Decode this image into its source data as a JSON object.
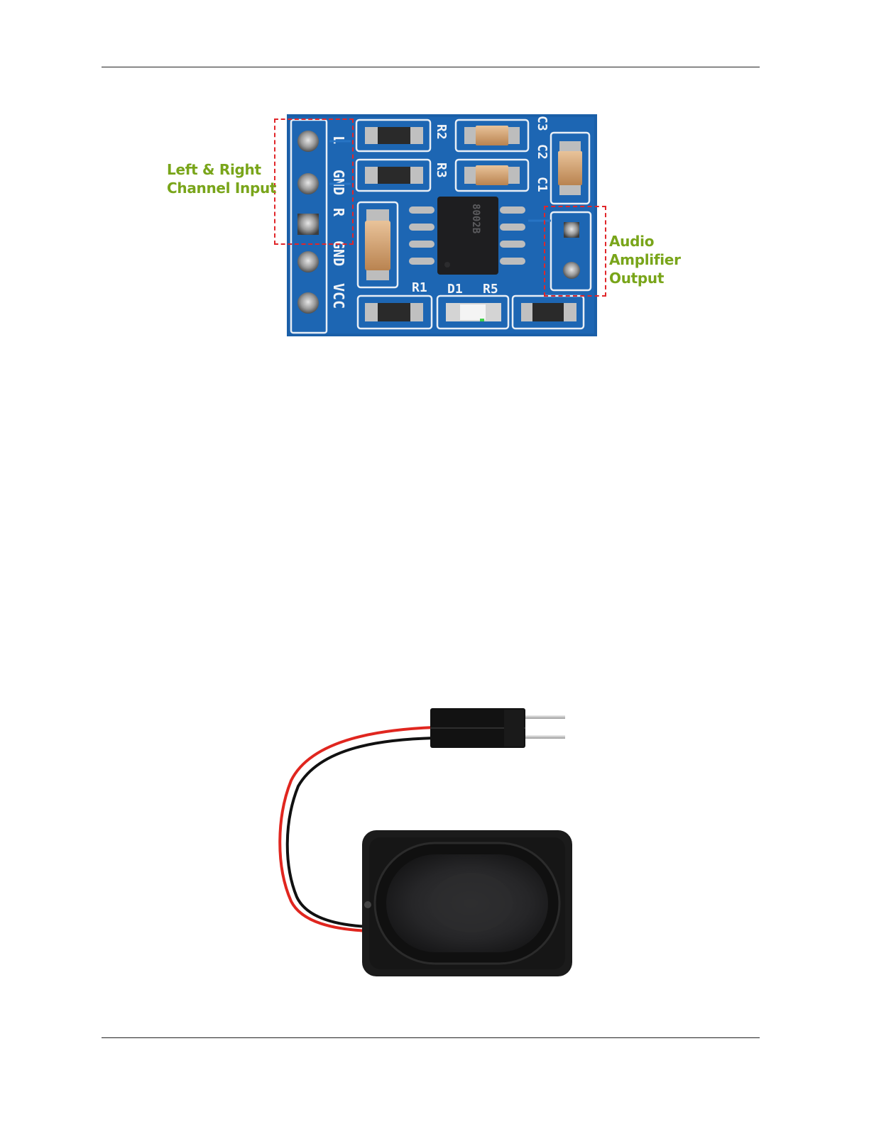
{
  "figure_pcb": {
    "annotations": {
      "input": [
        "Left & Right",
        "Channel Input"
      ],
      "output": [
        "Audio",
        "Amplifier",
        "Output"
      ]
    },
    "silkscreen": {
      "pins": [
        "L",
        "GND",
        "R",
        "GND",
        "VCC"
      ],
      "components": [
        "R2",
        "R3",
        "C3",
        "C2",
        "C1",
        "R1",
        "D1",
        "R5"
      ],
      "chip": "8002B"
    },
    "colors": {
      "board": "#1a5fa8",
      "annotation_text": "#79a51a",
      "highlight_box": "#e0262a"
    }
  },
  "figure_speaker": {
    "colors": {
      "body": "#1b1b1b",
      "wire_red": "#e0261f",
      "wire_black": "#111111"
    }
  }
}
